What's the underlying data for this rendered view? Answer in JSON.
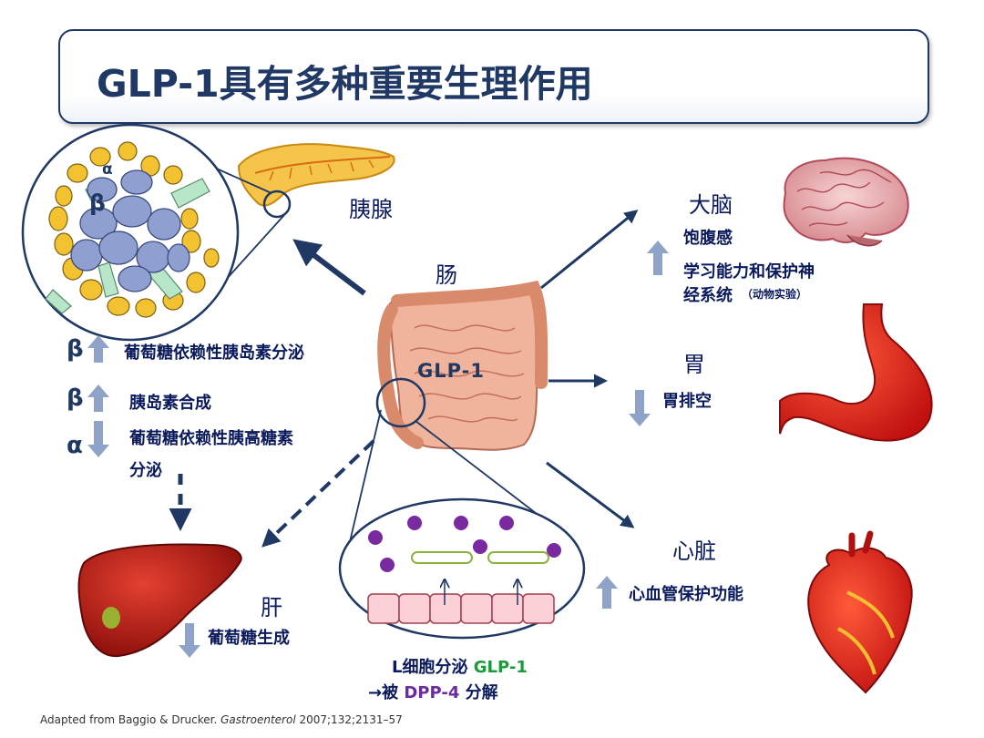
{
  "title": "GLP-1具有多种重要生理作用",
  "labels": {
    "pancreas": "胰腺",
    "gut": "肠",
    "glp1_center": "GLP-1",
    "brain": "大脑",
    "satiety": "饱腹感",
    "learning_line1": "学习能力和保护神",
    "learning_line2": "经系统",
    "animal_note": "（动物实验）",
    "stomach": "胃",
    "gastric_emptying": "胃排空",
    "heart": "心脏",
    "cardio_protect": "心血管保护功能",
    "liver": "肝",
    "glucose_production": "葡萄糖生成",
    "beta_secretion": "葡萄糖依赖性胰岛素分泌",
    "insulin_synthesis": "胰岛素合成",
    "glucagon_line1": "葡萄糖依赖性胰高糖素",
    "glucagon_line2": "分泌",
    "greek_beta": "β",
    "greek_alpha": "α",
    "cell_alpha": "α",
    "cell_beta": "β",
    "lcell_prefix": "L细胞分泌 ",
    "lcell_glp": "GLP-1",
    "dpp_prefix": "→被 ",
    "dpp_name": "DPP-4",
    "dpp_suffix": " 分解"
  },
  "citation": {
    "prefix": "Adapted from Baggio & Drucker. ",
    "journal": "Gastroenterol",
    "suffix": " 2007;132;2131–57"
  },
  "colors": {
    "title_text": "#1f3864",
    "label_text": "#0a1a5c",
    "arrow": "#1f3864",
    "up_down_arrow": "#8fa3c8",
    "glp_green": "#1a9a3a",
    "dpp_purple": "#6a2aa0",
    "alpha_cell": "#f2c230",
    "beta_cell": "#8fa0d0",
    "delta_cell": "#b8e6c8"
  },
  "icons": [
    "pancreas-illustration",
    "islet-cells-illustration",
    "intestine-illustration",
    "brain-illustration",
    "stomach-illustration",
    "heart-illustration",
    "liver-illustration",
    "l-cell-illustration"
  ]
}
